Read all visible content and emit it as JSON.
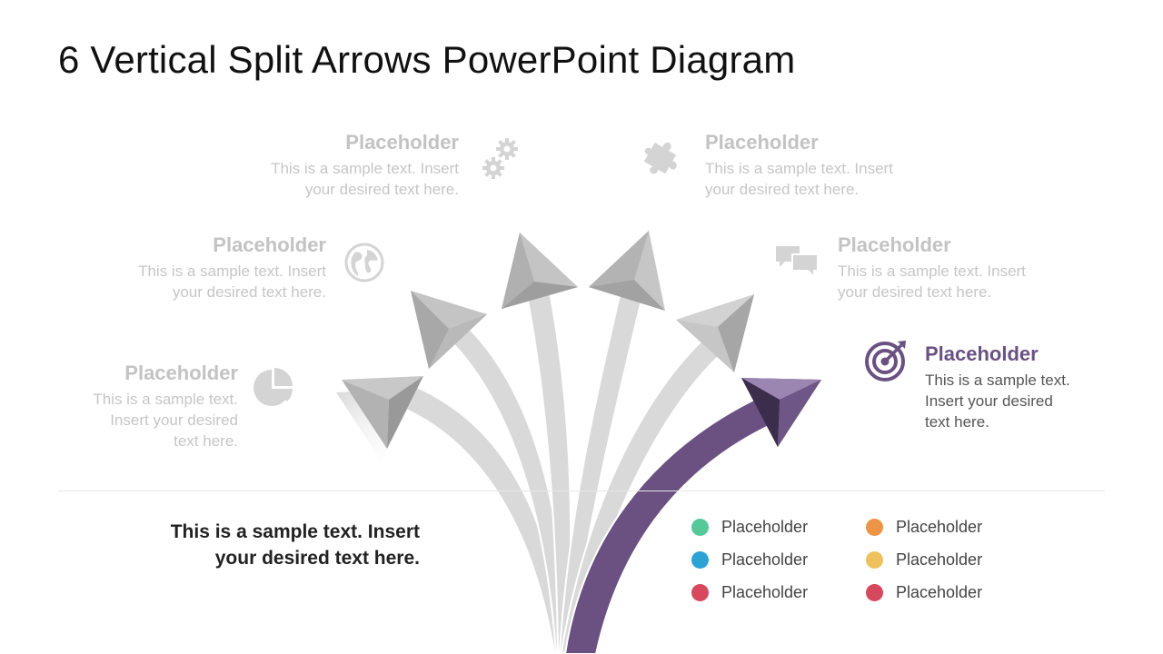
{
  "title": "6 Vertical Split Arrows PowerPoint Diagram",
  "items": [
    {
      "heading": "Placeholder",
      "line1": "This is a sample text.",
      "line2": "Insert your desired",
      "line3": "text here.",
      "icon": "pie-chart-icon"
    },
    {
      "heading": "Placeholder",
      "line1": "This is a sample text. Insert",
      "line2": "your desired text here.",
      "icon": "globe-icon"
    },
    {
      "heading": "Placeholder",
      "line1": "This is a sample text. Insert",
      "line2": "your desired text here.",
      "icon": "gears-icon"
    },
    {
      "heading": "Placeholder",
      "line1": "This is a sample text. Insert",
      "line2": "your desired text here.",
      "icon": "puzzle-icon"
    },
    {
      "heading": "Placeholder",
      "line1": "This is a sample text. Insert",
      "line2": "your desired text here.",
      "icon": "chat-bubbles-icon"
    },
    {
      "heading": "Placeholder",
      "line1": "This is a sample text.",
      "line2": "Insert your desired",
      "line3": "text here.",
      "icon": "target-icon",
      "active": true
    }
  ],
  "summary": {
    "line1": "This is a sample text. Insert",
    "line2": "your desired text here."
  },
  "legend": [
    {
      "label": "Placeholder",
      "color": "#55c99a"
    },
    {
      "label": "Placeholder",
      "color": "#2ba3d5"
    },
    {
      "label": "Placeholder",
      "color": "#d6485d"
    },
    {
      "label": "Placeholder",
      "color": "#ee9447"
    },
    {
      "label": "Placeholder",
      "color": "#edc25c"
    },
    {
      "label": "Placeholder",
      "color": "#d6485d"
    }
  ],
  "colors": {
    "accent": "#6a5182",
    "inactive_arrow": "#d9d9d9",
    "inactive_text": "#c3c3c3"
  }
}
